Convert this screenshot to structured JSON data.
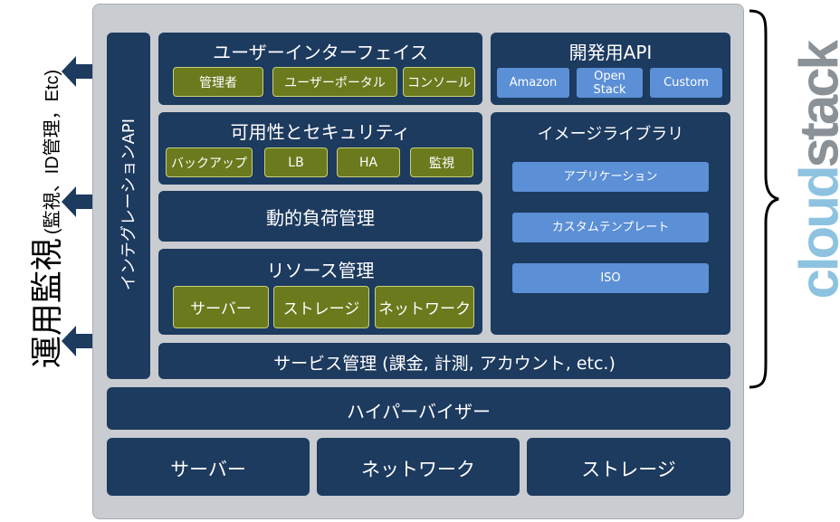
{
  "side_label": {
    "main": "運用監視",
    "sub": "(監視、ID管理，Etc)"
  },
  "integration_api": "インテグレーションAPI",
  "ui_block": {
    "title": "ユーザーインターフェイス",
    "items": [
      "管理者",
      "ユーザーポータル",
      "コンソール"
    ]
  },
  "dev_api": {
    "title": "開発用API",
    "items": [
      "Amazon",
      "Open Stack",
      "Custom"
    ]
  },
  "availability": {
    "title": "可用性とセキュリティ",
    "items": [
      "バックアップ",
      "LB",
      "HA",
      "監視"
    ]
  },
  "dynamic_load": "動的負荷管理",
  "resource": {
    "title": "リソース管理",
    "items": [
      "サーバー",
      "ストレージ",
      "ネットワーク"
    ]
  },
  "image_library": {
    "title": "イメージライブラリ",
    "items": [
      "アプリケーション",
      "カスタムテンプレート",
      "ISO"
    ]
  },
  "service_mgmt": "サービス管理 (課金, 計測, アカウント, etc.)",
  "hypervisor": "ハイパーバイザー",
  "infra": [
    "サーバー",
    "ネットワーク",
    "ストレージ"
  ],
  "logo": {
    "part1": "cloud",
    "part2": "stack"
  },
  "colors": {
    "box": "#1d3a5f",
    "green": "#6b7a1d",
    "blue": "#5b8fd6",
    "frame": "#c9ccd0",
    "logo_light": "#8dc3e0",
    "logo_gray": "#8a9197"
  }
}
